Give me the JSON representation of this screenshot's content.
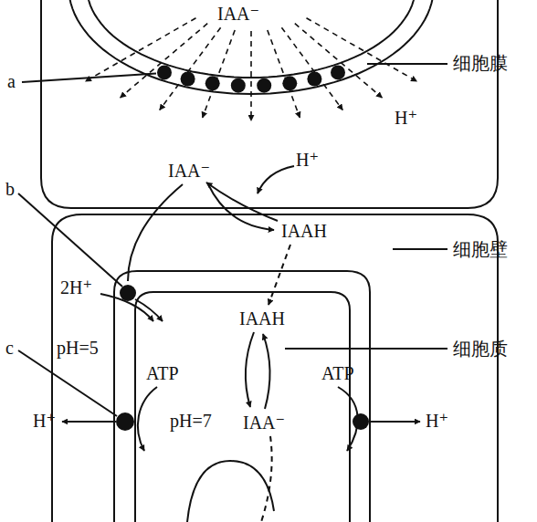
{
  "diagram": {
    "labels": [
      "IAA⁻",
      "a",
      "细胞膜",
      "H⁺",
      "b",
      "IAA⁻",
      "H⁺",
      "IAAH",
      "细胞壁",
      "2H⁺",
      "IAAH",
      "c",
      "pH=5",
      "ATP",
      "细胞质",
      "ATP",
      "H⁺",
      "pH=7",
      "IAA⁻",
      "H⁺"
    ]
  }
}
